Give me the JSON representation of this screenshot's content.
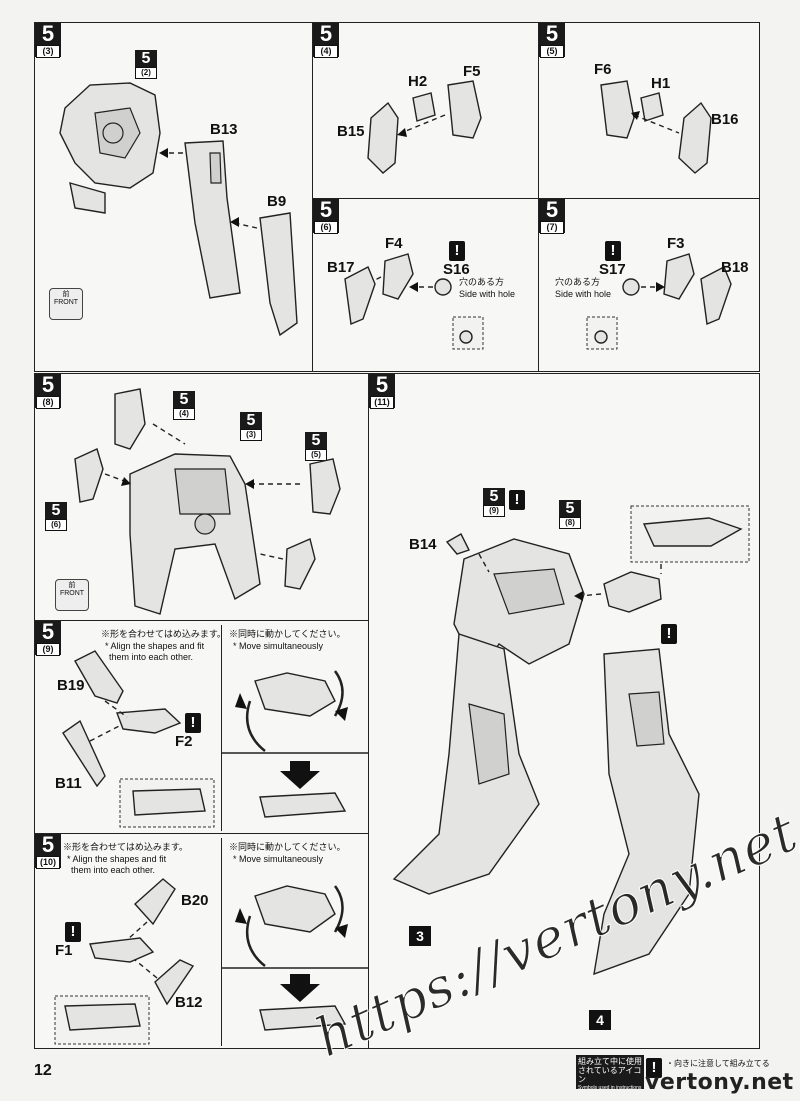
{
  "page_number": "12",
  "steps": {
    "s3": {
      "num": "5",
      "sub": "(3)",
      "ref": {
        "num": "5",
        "sub": "(2)"
      },
      "parts": [
        "B13",
        "B9"
      ],
      "front": "FRONT",
      "front_jp": "前"
    },
    "s4": {
      "num": "5",
      "sub": "(4)",
      "parts": {
        "h": "H2",
        "f": "F5",
        "b": "B15"
      }
    },
    "s5": {
      "num": "5",
      "sub": "(5)",
      "parts": {
        "f": "F6",
        "h": "H1",
        "b": "B16"
      }
    },
    "s6": {
      "num": "5",
      "sub": "(6)",
      "parts": {
        "b": "B17",
        "f": "F4",
        "s": "S16"
      },
      "warn": "!",
      "hole_jp": "穴のある方",
      "hole_en": "Side with hole"
    },
    "s7": {
      "num": "5",
      "sub": "(7)",
      "parts": {
        "s": "S17",
        "f": "F3",
        "b": "B18"
      },
      "warn": "!",
      "hole_jp": "穴のある方",
      "hole_en": "Side with hole"
    },
    "s8": {
      "num": "5",
      "sub": "(8)",
      "refs": [
        {
          "num": "5",
          "sub": "(4)"
        },
        {
          "num": "5",
          "sub": "(3)"
        },
        {
          "num": "5",
          "sub": "(5)"
        },
        {
          "num": "5",
          "sub": "(6)"
        }
      ],
      "front": "FRONT",
      "front_jp": "前"
    },
    "s9": {
      "num": "5",
      "sub": "(9)",
      "note_jp": "※形を合わせてはめ込みます。",
      "note_en1": "* Align the shapes and fit",
      "note_en2": "them into each other.",
      "move_jp": "※同時に動かしてください。",
      "move_en": "* Move simultaneously",
      "parts": {
        "b1": "B19",
        "f": "F2",
        "b2": "B11"
      },
      "warn": "!"
    },
    "s10": {
      "num": "5",
      "sub": "(10)",
      "note_jp": "※形を合わせてはめ込みます。",
      "note_en1": "* Align the shapes and fit",
      "note_en2": "them into each other.",
      "move_jp": "※同時に動かしてください。",
      "move_en": "* Move simultaneously",
      "parts": {
        "b1": "B20",
        "f": "F1",
        "b2": "B12"
      },
      "warn": "!"
    },
    "s11": {
      "num": "5",
      "sub": "(11)",
      "refs": [
        {
          "num": "5",
          "sub": "(9)"
        },
        {
          "num": "5",
          "sub": "(8)"
        }
      ],
      "parts": {
        "b": "B14"
      },
      "warn": "!",
      "leg_labels": [
        "3",
        "4"
      ]
    }
  },
  "footer": {
    "legend_jp1": "組み立て中に使用",
    "legend_jp2": "されているアイコン",
    "legend_en": "Symbols used in instructions",
    "caution_jp": "・向きに注意して組み立てる",
    "warn": "!"
  },
  "watermark": "https://vertony.net/",
  "brand": "vertony.net"
}
